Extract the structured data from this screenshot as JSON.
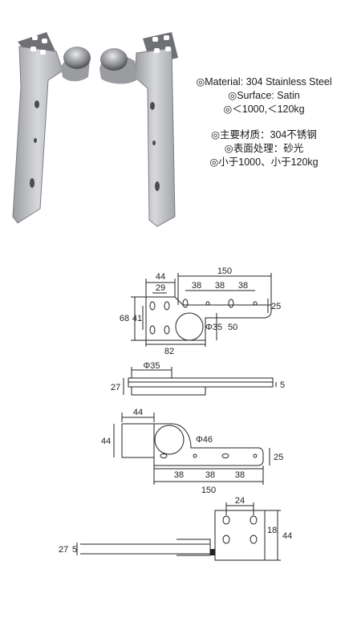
{
  "specs_en": {
    "material": "◎Material: 304 Stainless Steel",
    "surface": "◎Surface: Satin",
    "load": "◎＜1000,＜120kg"
  },
  "specs_cn": {
    "material": "◎主要材质：304不锈钢",
    "surface": "◎表面处理：砂光",
    "load": "◎小于1000、小于120kg"
  },
  "view1": {
    "d44": "44",
    "d29": "29",
    "d150": "150",
    "d38a": "38",
    "d38b": "38",
    "d38c": "38",
    "d68": "68",
    "d41": "41",
    "d25": "25",
    "d_phi35": "Φ35",
    "d50": "50",
    "d82": "82"
  },
  "view2": {
    "d_phi35": "Φ35",
    "d27": "27",
    "d5": "5"
  },
  "view3": {
    "d44_top": "44",
    "d44_left": "44",
    "d_phi46": "Φ46",
    "d25": "25",
    "d38a": "38",
    "d38b": "38",
    "d38c": "38",
    "d150": "150"
  },
  "view4": {
    "d24": "24",
    "d18": "18",
    "d44": "44",
    "d27": "27",
    "d5": "5"
  }
}
